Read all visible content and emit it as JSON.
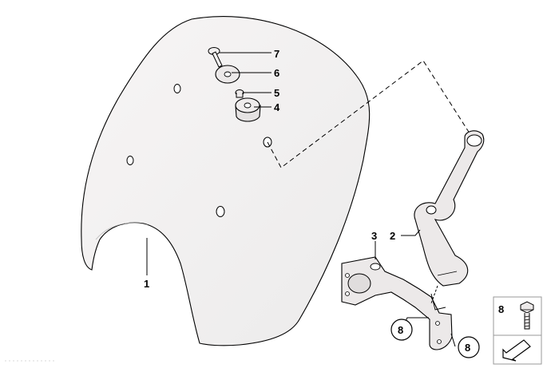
{
  "diagram": {
    "callouts": {
      "c1": "1",
      "c2": "2",
      "c3": "3",
      "c4": "4",
      "c5": "5",
      "c6": "6",
      "c7": "7",
      "c8a": "8",
      "c8b": "8",
      "legend": "8"
    }
  },
  "colors": {
    "shield_fill": "#f4f2f2",
    "part_fill": "#ece9e9",
    "stroke": "#000000"
  }
}
